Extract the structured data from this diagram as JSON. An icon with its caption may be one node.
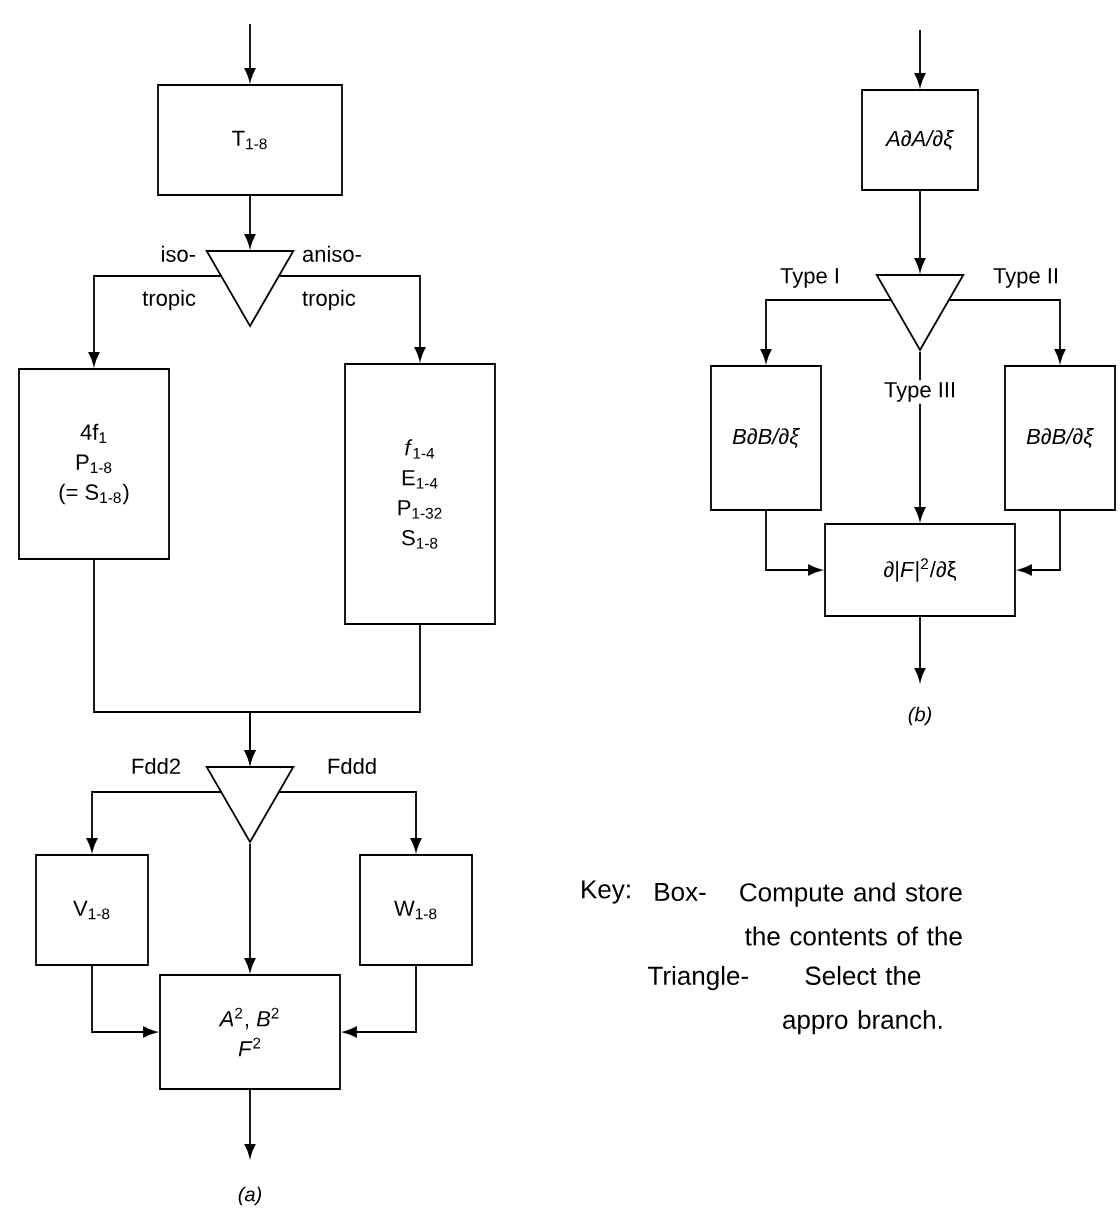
{
  "diagram": {
    "nodes": [
      {
        "text": [
          "T$_{1-8}$"
        ]
      },
      {
        "text": [],
        "shape": "triangle"
      },
      {
        "text": [
          "4f$_{1}$",
          "P$_{1-8}$",
          "(= S$_{1-8}$)"
        ]
      },
      {
        "text": [
          "*f*$_{1-4}$",
          "E$_{1-4}$",
          "P$_{1-32}$",
          "S$_{1-8}$"
        ]
      },
      {
        "text": [],
        "shape": "triangle"
      },
      {
        "text": [
          "V$_{1-8}$"
        ]
      },
      {
        "text": [
          "W$_{1-8}$"
        ]
      },
      {
        "text": [
          "*A*$^{2}$, *B*$^{2}$",
          "*F*$^{2}$"
        ]
      },
      {
        "text": [
          "*A∂A/∂ξ*"
        ]
      },
      {
        "text": [],
        "shape": "triangle"
      },
      {
        "text": [
          "*B∂B/∂ξ*"
        ]
      },
      {
        "text": [
          "*B∂B/∂ξ*"
        ]
      },
      {
        "text": [
          "∂|*F*|$^{2}$/∂ξ"
        ]
      }
    ],
    "edges": [
      {
        "from": null,
        "to": 0,
        "arrow": "to"
      },
      {
        "from": 0,
        "to": 1,
        "arrow": "to"
      },
      {
        "from": 1,
        "to": 2,
        "arrow": "to",
        "label": "iso- tropic"
      },
      {
        "from": 1,
        "to": 3,
        "arrow": "to",
        "label": "aniso- tropic"
      },
      {
        "from": 2,
        "to": 4,
        "arrow": "to"
      },
      {
        "from": 3,
        "to": 4,
        "arrow": "to"
      },
      {
        "from": 4,
        "to": 5,
        "arrow": "to",
        "label": "Fdd2"
      },
      {
        "from": 4,
        "to": 6,
        "arrow": "to",
        "label": "Fddd"
      },
      {
        "from": 4,
        "to": 7,
        "arrow": "to"
      },
      {
        "from": 5,
        "to": 7,
        "arrow": "to"
      },
      {
        "from": 6,
        "to": 7,
        "arrow": "to"
      },
      {
        "from": 7,
        "to": null,
        "arrow": "to"
      },
      {
        "from": null,
        "to": 8,
        "arrow": "to"
      },
      {
        "from": 8,
        "to": 9,
        "arrow": "to"
      },
      {
        "from": 9,
        "to": 10,
        "arrow": "to",
        "label": "Type I"
      },
      {
        "from": 9,
        "to": 11,
        "arrow": "to",
        "label": "Type II"
      },
      {
        "from": 9,
        "to": 12,
        "arrow": "to",
        "label": "Type III"
      },
      {
        "from": 10,
        "to": 12,
        "arrow": "to"
      },
      {
        "from": 11,
        "to": 12,
        "arrow": "to"
      },
      {
        "from": 12,
        "to": null,
        "arrow": "to"
      }
    ],
    "labels": [
      "(b)",
      "Key:",
      "Box-",
      "Compute and store the contents of the",
      "Triangle-",
      "Select the appro branch.",
      "(a)"
    ]
  }
}
